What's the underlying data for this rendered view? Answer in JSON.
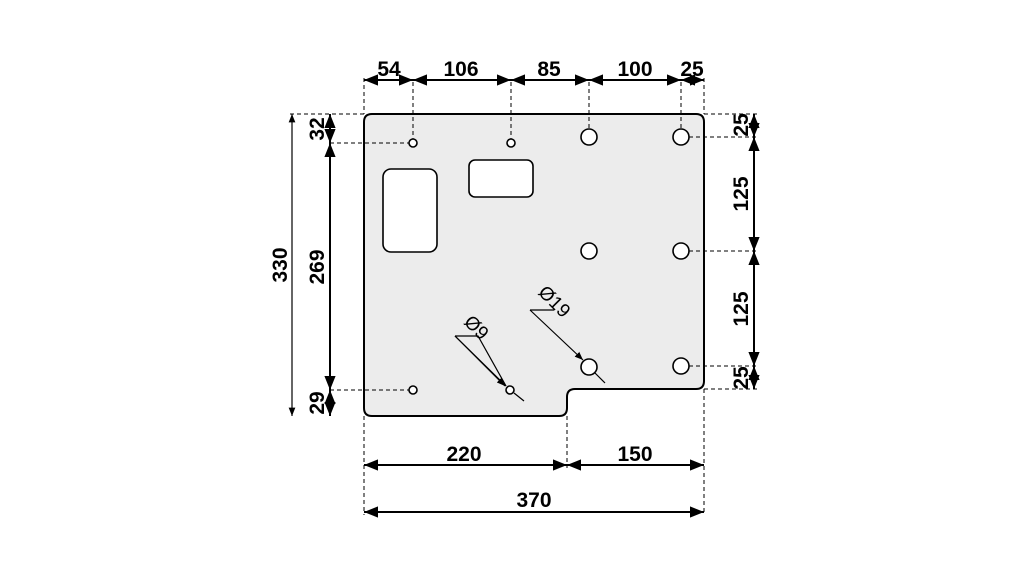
{
  "drawing": {
    "plate_fill": "#ececec",
    "top_dims": [
      "54",
      "106",
      "85",
      "100",
      "25"
    ],
    "left_dims": {
      "overall": "330",
      "middle": "269",
      "top": "32",
      "bottom": "29"
    },
    "right_dims": [
      "25",
      "125",
      "125",
      "25"
    ],
    "bottom_dims": {
      "left": "220",
      "right": "150",
      "overall": "370"
    },
    "callouts": {
      "small_hole": "Ø9",
      "large_hole": "Ø19"
    }
  }
}
